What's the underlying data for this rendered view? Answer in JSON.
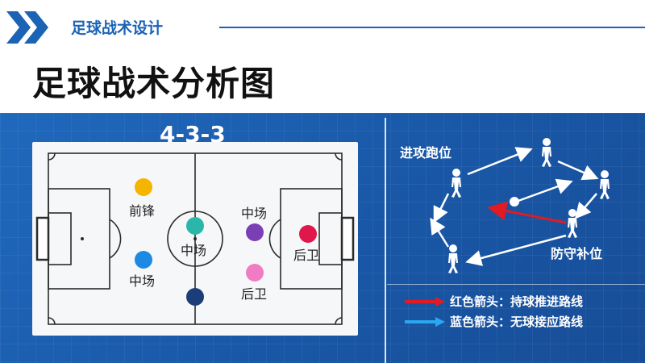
{
  "header": {
    "topic": "足球战术设计",
    "title": "足球战术分析图"
  },
  "formation": "4-3-3",
  "players": [
    {
      "label": "前锋",
      "color": "#f4b400"
    },
    {
      "label": "中场",
      "color": "#1e88e5"
    },
    {
      "label": "中场",
      "color": "#2ab7a9"
    },
    {
      "label": "",
      "color": "#1b3e78"
    },
    {
      "label": "中场",
      "color": "#7b3fb5"
    },
    {
      "label": "后卫",
      "color": "#f07cc4"
    },
    {
      "label": "后卫",
      "color": "#e0174a"
    }
  ],
  "diagram": {
    "run_label": "进攻跑位",
    "cover_label": "防守补位"
  },
  "legend": [
    {
      "text": "红色箭头：持球推进路线",
      "color": "#e01b24"
    },
    {
      "text": "蓝色箭头：无球接应路线",
      "color": "#29a8f0"
    }
  ],
  "icons": [
    "chevron-right-icon",
    "player-icon",
    "ball-icon",
    "arrow-icon"
  ]
}
